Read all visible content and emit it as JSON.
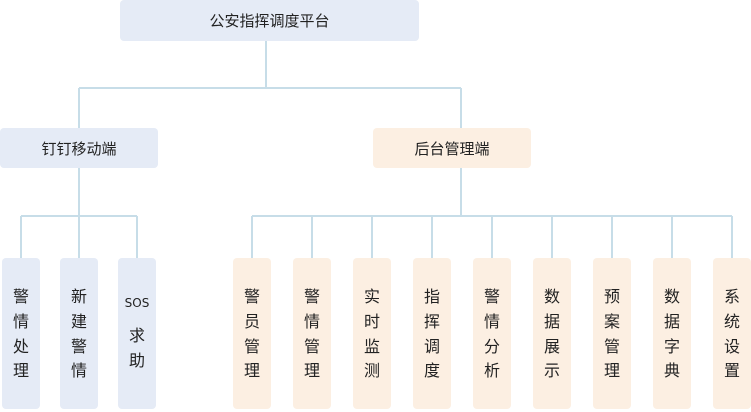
{
  "root": {
    "label": "公安指挥调度平台"
  },
  "branches": [
    {
      "label": "钉钉移动端",
      "children": [
        "警情处理",
        "新建警情",
        "SOS求助"
      ]
    },
    {
      "label": "后台管理端",
      "children": [
        "警员管理",
        "警情管理",
        "实时监测",
        "指挥调度",
        "警情分析",
        "数据展示",
        "预案管理",
        "数据字典",
        "系统设置"
      ]
    }
  ],
  "colors": {
    "mobile_fill": "#e5ebf6",
    "admin_fill": "#fcefe2",
    "connector": "#c7dde8"
  }
}
